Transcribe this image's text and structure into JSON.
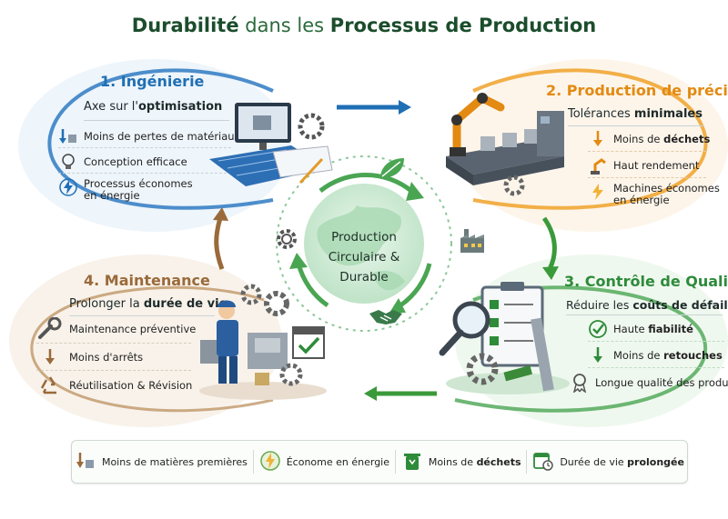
{
  "title": {
    "part1": "Durabilité",
    "part2": "dans les",
    "part3": "Processus de Production"
  },
  "center": {
    "line1": "Production",
    "line2": "Circulaire & Durable"
  },
  "engineering": {
    "number": "1.",
    "title": "Ingénierie",
    "subtitle_pre": "Axe sur l'",
    "subtitle_bold": "optimisation",
    "items": [
      {
        "text": "Moins de pertes de matériaux"
      },
      {
        "text": "Conception efficace"
      },
      {
        "text": "Processus économes",
        "text2": "en énergie"
      }
    ]
  },
  "precision": {
    "number": "2.",
    "title": "Production de précision",
    "subtitle_pre": "Tolérances ",
    "subtitle_bold": "minimales",
    "items": [
      {
        "pre": "Moins de ",
        "bold": "déchets"
      },
      {
        "pre": "Haut rendement",
        "bold": ""
      },
      {
        "pre": "Machines économes",
        "line2": "en énergie"
      }
    ]
  },
  "quality": {
    "number": "3.",
    "title": "Contrôle de Qualité",
    "subtitle_pre": "Réduire les ",
    "subtitle_bold": "coûts de défaillance",
    "items": [
      {
        "pre": "Haute ",
        "bold": "fiabilité"
      },
      {
        "pre": "Moins de ",
        "bold": "retouches"
      },
      {
        "pre": "Longue qualité des produits",
        "bold": ""
      }
    ]
  },
  "maintenance": {
    "number": "4.",
    "title": "Maintenance",
    "subtitle_pre": "Prolonger la ",
    "subtitle_bold": "durée de vie",
    "items": [
      {
        "text": "Maintenance préventive"
      },
      {
        "text": "Moins d'arrêts"
      },
      {
        "text": "Réutilisation & Révision"
      }
    ]
  },
  "bottom": [
    {
      "pre": "Moins de matières premières",
      "bold": ""
    },
    {
      "pre": "Économe en énergie",
      "bold": ""
    },
    {
      "pre": "Moins de ",
      "bold": "déchets"
    },
    {
      "pre": "Durée de vie ",
      "bold": "prolongée"
    }
  ],
  "colors": {
    "engineering": "#1f6fb5",
    "precision": "#e38a12",
    "quality": "#2e8b3a",
    "maintenance": "#9a6a3a",
    "title_green": "#1e5a32"
  }
}
